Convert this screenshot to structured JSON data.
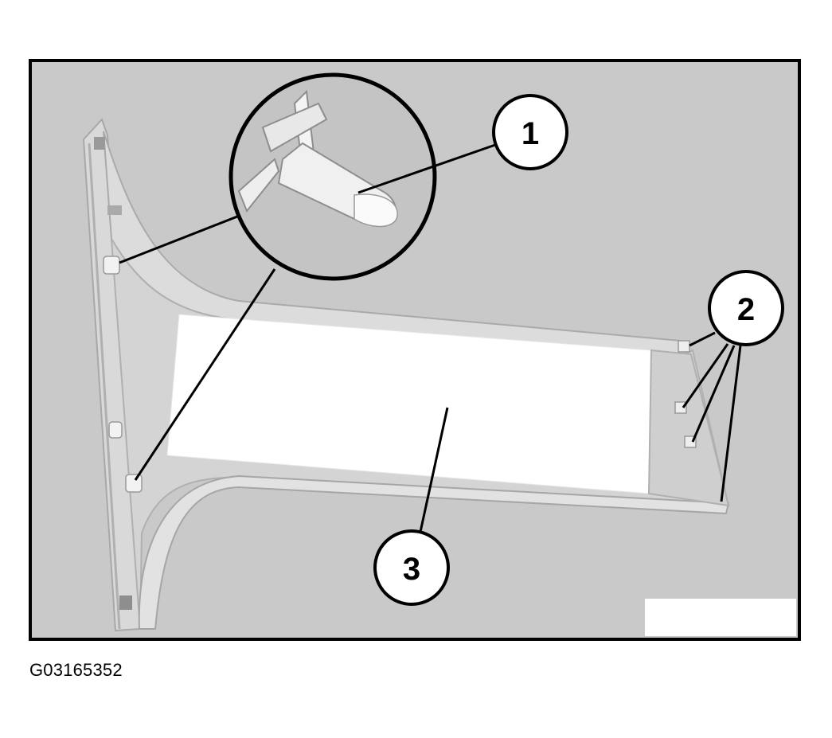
{
  "figure": {
    "callouts": [
      {
        "number": "1",
        "part": "clip-detail"
      },
      {
        "number": "2",
        "part": "mounting-clips"
      },
      {
        "number": "3",
        "part": "trim-panel"
      }
    ],
    "figure_id": "G03165352"
  },
  "colors": {
    "background": "#c9c9c9",
    "frame": "#000000",
    "trim_panel": "#d6d6d6",
    "trim_edge": "#bdbdbd",
    "white_area": "#ffffff"
  }
}
